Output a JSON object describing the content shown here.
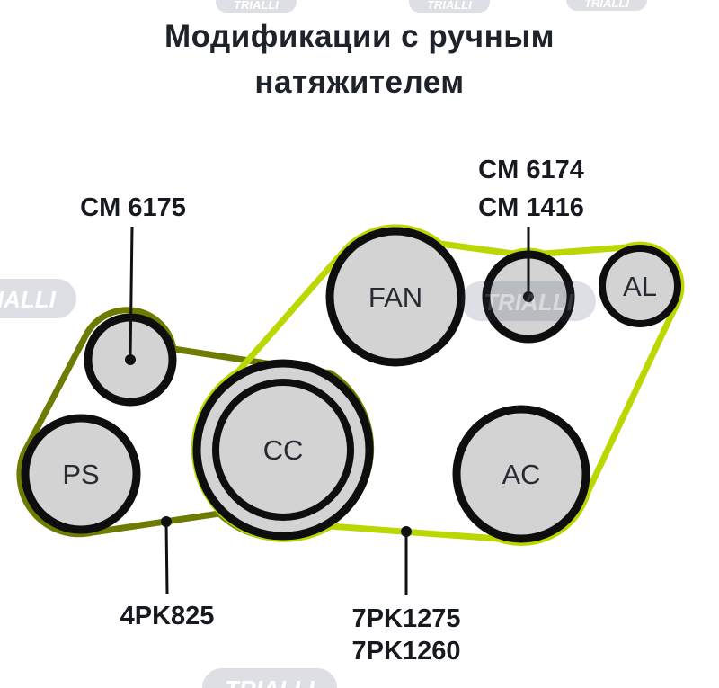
{
  "title": {
    "line1": "Модификации с ручным",
    "line2": "натяжителем"
  },
  "pulleys": {
    "ps": {
      "label": "PS"
    },
    "cc": {
      "label": "CC"
    },
    "fan": {
      "label": "FAN"
    },
    "al": {
      "label": "AL"
    },
    "ac": {
      "label": "AC"
    }
  },
  "callouts": {
    "tensioner": {
      "label": "CM 6175"
    },
    "idler": {
      "line1": "CM 6174",
      "line2": "CM 1416"
    },
    "belt_rear": {
      "label": "4PK825"
    },
    "belt_front": {
      "line1": "7PK1275",
      "line2": "7PK1260"
    }
  },
  "colors": {
    "belt_rear": "#6f7b00",
    "belt_front": "#bcd600",
    "pulley_fill": "#d3d3d3",
    "pulley_stroke": "#0e0e0e",
    "text": "#1e222b"
  },
  "watermark": {
    "text": "TRIALLI"
  }
}
